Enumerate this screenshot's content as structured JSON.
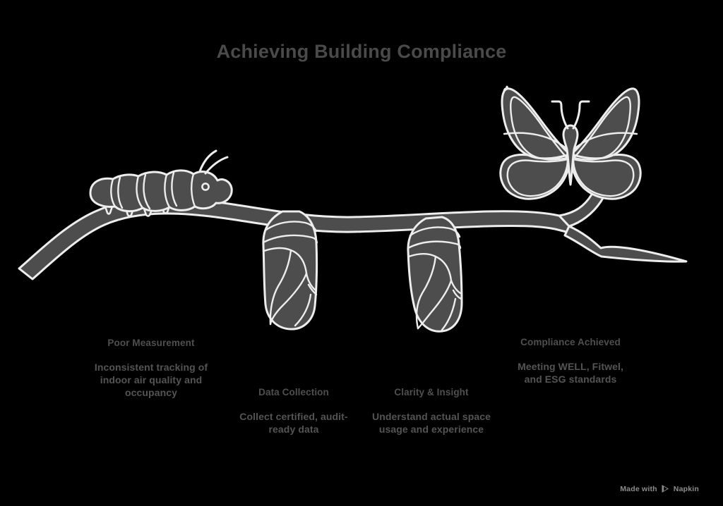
{
  "page": {
    "title": "Achieving Building Compliance",
    "background_color": "#000000",
    "figure_color": "#4d4d4d",
    "outline_color": "#e8e8e8",
    "text_color": "#4f4f4f"
  },
  "stages": [
    {
      "id": "poor-measurement",
      "icon": "caterpillar-icon",
      "head": "Poor Measurement",
      "desc": "Inconsistent tracking of indoor air quality and occupancy"
    },
    {
      "id": "data-collection",
      "icon": "chrysalis-icon",
      "head": "Data Collection",
      "desc": "Collect certified, audit-ready data"
    },
    {
      "id": "clarity-insight",
      "icon": "chrysalis-icon",
      "head": "Clarity & Insight",
      "desc": "Understand actual space usage and experience"
    },
    {
      "id": "compliance-achieved",
      "icon": "butterfly-icon",
      "head": "Compliance Achieved",
      "desc": "Meeting WELL, Fitwel, and ESG standards"
    }
  ],
  "watermark": {
    "prefix": "Made with",
    "brand": "Napkin"
  }
}
